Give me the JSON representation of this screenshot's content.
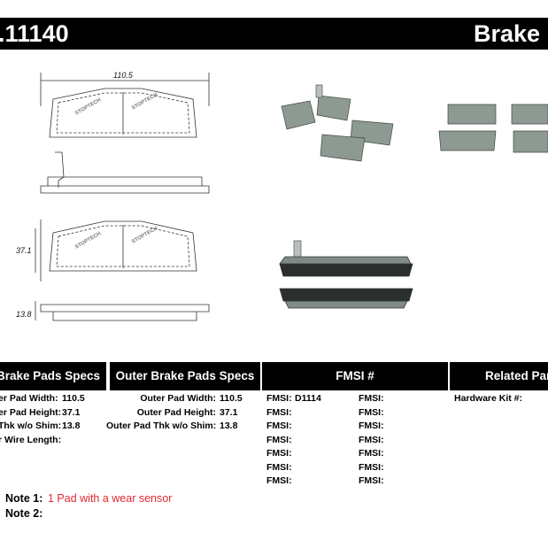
{
  "header": {
    "part_number": ".11140",
    "title": "Brake P"
  },
  "drawing": {
    "dim_width": "110.5",
    "dim_height": "37.1",
    "dim_thickness": "13.8",
    "pad_stamp": "STOPTECH"
  },
  "columns": {
    "inner": {
      "title": "Brake Pads Specs",
      "rows": [
        {
          "label": "er Pad Width:",
          "value": "110.5"
        },
        {
          "label": "er Pad Height:",
          "value": "37.1"
        },
        {
          "label": "Thk w/o Shim:",
          "value": "13.8"
        },
        {
          "label": "r Wire Length:",
          "value": ""
        }
      ]
    },
    "outer": {
      "title": "Outer Brake Pads Specs",
      "rows": [
        {
          "label": "Outer Pad Width:",
          "value": "110.5"
        },
        {
          "label": "Outer Pad Height:",
          "value": "37.1"
        },
        {
          "label": "Outer Pad Thk w/o Shim:",
          "value": "13.8"
        }
      ]
    },
    "fmsi": {
      "title": "FMSI #",
      "label": "FMSI:",
      "left_values": [
        "D1114",
        "",
        "",
        "",
        "",
        "",
        ""
      ]
    },
    "related": {
      "title": "Related Par",
      "hardware_label": "Hardware Kit #:"
    }
  },
  "notes": {
    "note1_label": "Note 1:",
    "note1_text": "1 Pad with a wear sensor",
    "note2_label": "Note 2:"
  },
  "colors": {
    "header_bg": "#000000",
    "note_red": "#e0282e",
    "pad_gray": "#8c9a92"
  }
}
